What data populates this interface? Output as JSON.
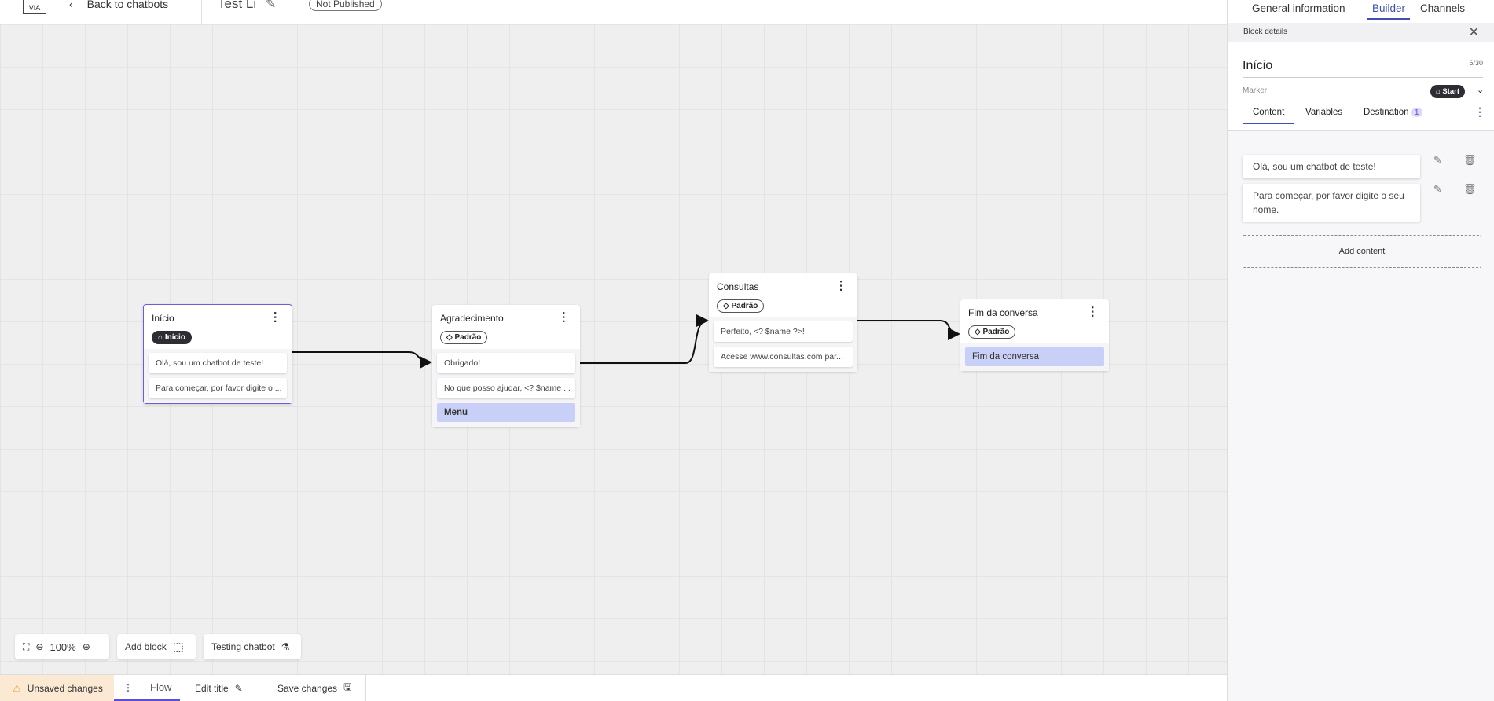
{
  "header": {
    "back_label": "Back to chatbots",
    "chatbot_title": "Test Li",
    "status": "Not Published",
    "logo_text": "VIA"
  },
  "panel": {
    "tabs": [
      "General information",
      "Builder",
      "Channels"
    ],
    "active_tab": "Builder",
    "block_details_label": "Block details",
    "block_name": "Início",
    "char_count": "6/30",
    "marker_label": "Marker",
    "marker_value": "Start",
    "subtabs": [
      "Content",
      "Variables",
      "Destination"
    ],
    "destination_count": "1",
    "content_items": [
      "Olá, sou um chatbot de teste!",
      "Para começar, por favor digite o seu nome."
    ],
    "add_content_label": "Add content"
  },
  "nodes": [
    {
      "title": "Início",
      "tag": "Início",
      "tag_icon": "home-icon",
      "messages": [
        "Olá, sou um chatbot de teste!",
        "Para começar, por favor digite o ..."
      ],
      "selected": true
    },
    {
      "title": "Agradecimento",
      "tag": "Padrão",
      "tag_icon": "tag-icon",
      "messages": [
        "Obrigado!",
        "No que posso ajudar, <? $name ..."
      ],
      "option": "Menu"
    },
    {
      "title": "Consultas",
      "tag": "Padrão",
      "tag_icon": "tag-icon",
      "messages": [
        "Perfeito, <? $name ?>!",
        "Acesse www.consultas.com par..."
      ]
    },
    {
      "title": "Fim da conversa",
      "tag": "Padrão",
      "tag_icon": "tag-icon",
      "option": "Fim da conversa"
    }
  ],
  "toolbar": {
    "zoom": "100%",
    "add_block_label": "Add block",
    "testing_label": "Testing chatbot"
  },
  "bottombar": {
    "unsaved_label": "Unsaved changes",
    "flow_tab": "Flow",
    "edit_title_label": "Edit title",
    "save_label": "Save changes"
  },
  "colors": {
    "accent": "#3f4fb0",
    "selected_border": "#6a5fd8",
    "option_bg": "#c9d0f7",
    "warning_bg": "#fbe9d3"
  }
}
